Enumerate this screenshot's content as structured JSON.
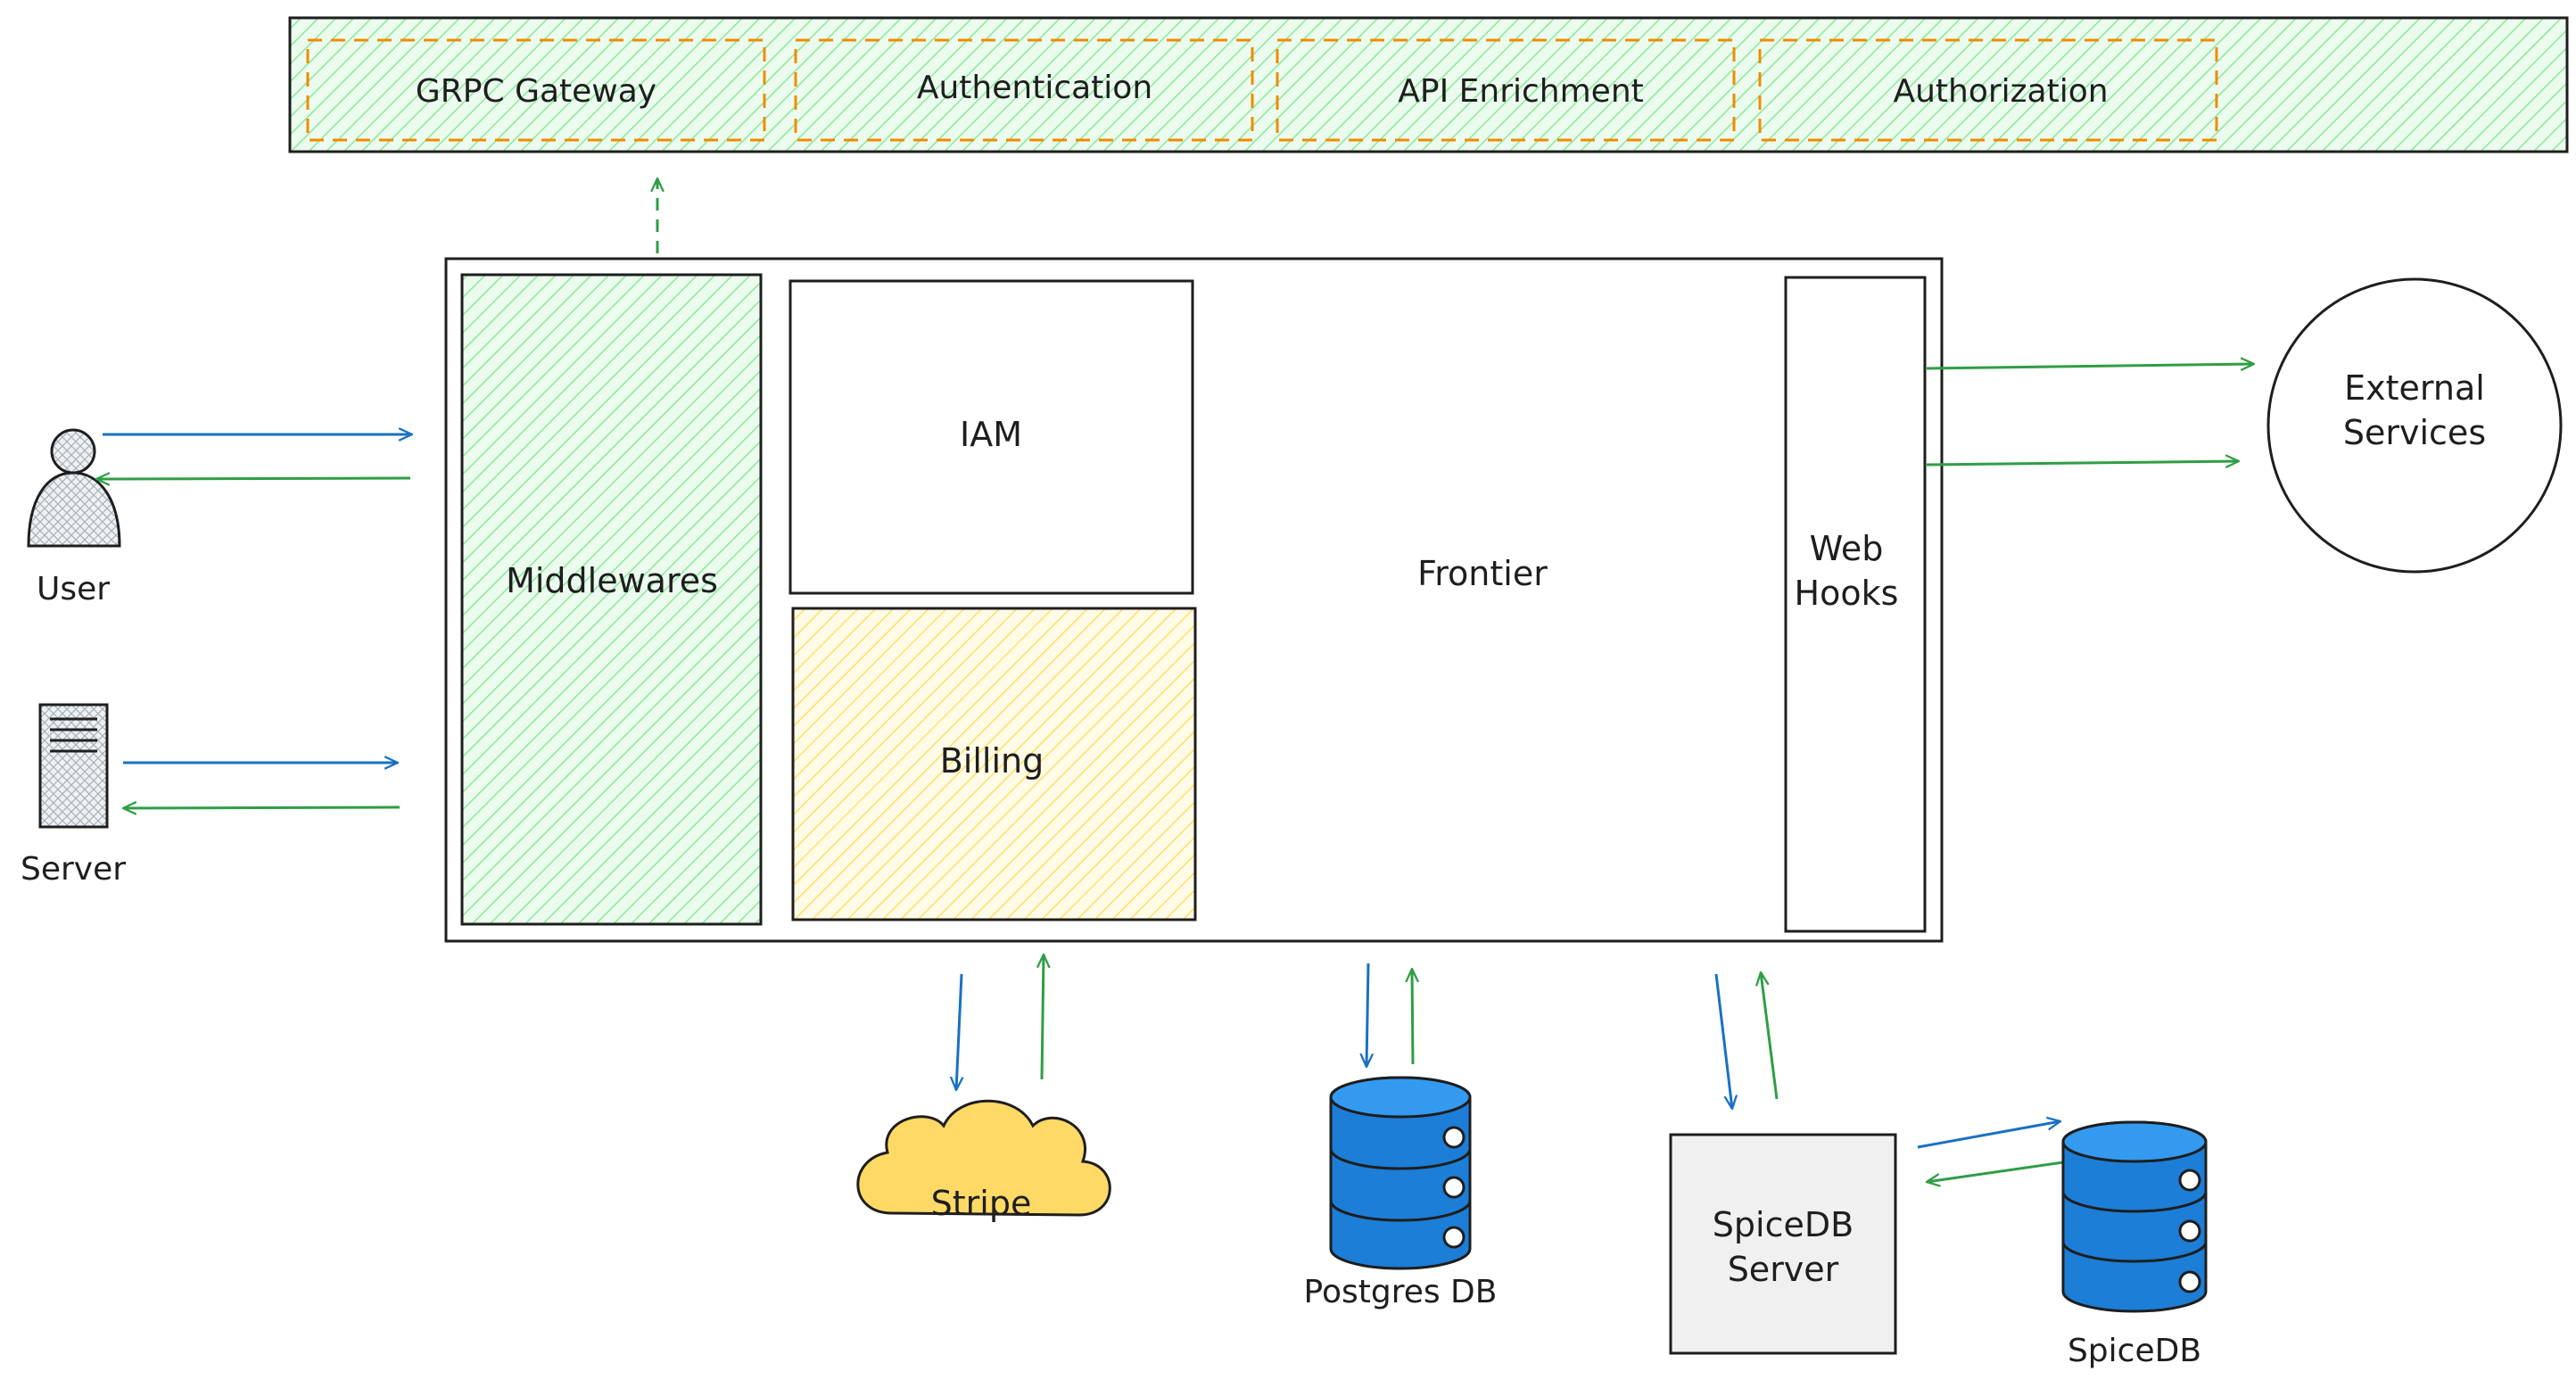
{
  "gateway": {
    "stages": [
      "GRPC Gateway",
      "Authentication",
      "API Enrichment",
      "Authorization"
    ]
  },
  "frontier": {
    "title": "Frontier",
    "middlewares": "Middlewares",
    "iam": "IAM",
    "billing": "Billing",
    "webhooks_line1": "Web",
    "webhooks_line2": "Hooks"
  },
  "clients": {
    "user": "User",
    "server": "Server"
  },
  "external": {
    "line1": "External",
    "line2": "Services"
  },
  "dependencies": {
    "stripe": "Stripe",
    "postgres": "Postgres DB",
    "spicedb_server_line1": "SpiceDB",
    "spicedb_server_line2": "Server",
    "spicedb": "SpiceDB"
  },
  "colors": {
    "request_arrow": "#1971c2",
    "response_arrow": "#2f9e44",
    "middleware_fill": "#b2f2bb",
    "billing_fill": "#ffec99",
    "gateway_stage_border": "#f08c00",
    "db_fill": "#1c7ed6",
    "cloud_fill": "#ffd966",
    "server_box_fill": "#f0f0f0"
  }
}
